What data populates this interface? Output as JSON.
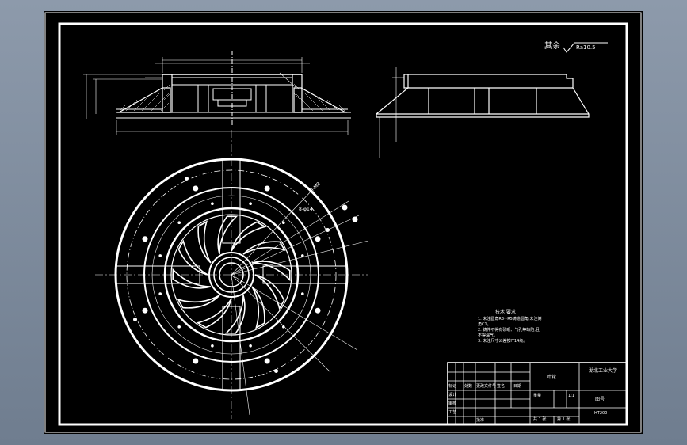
{
  "roughness": {
    "prefix": "其余",
    "value": "Ra10.5"
  },
  "technical_requirements": {
    "title": "技术 要求",
    "lines": [
      "1. 未注圆角R3~R5铸造圆角,未注倒",
      "角C1。",
      "2. 铸件不得有砂眼、气孔等缺陷,且",
      "不得漏气。",
      "3. 未注尺寸公差按IT14级。"
    ]
  },
  "title_block": {
    "name": "叶轮",
    "school": "湖北工业大学",
    "material": "HT200",
    "scale": "1:1",
    "drawing_no": "图号",
    "weight_label": "重量",
    "sheet_total": "共 1 张",
    "sheet_current": "第 1 张",
    "design_label": "设计",
    "check_label": "审核",
    "approve_label": "批准",
    "process_label": "工艺",
    "mark_label": "标记",
    "count_label": "处数",
    "file_label": "更改文件号",
    "sign_label": "签名",
    "date_label": "日期"
  },
  "dimensions": {
    "hub_label": "2-M8",
    "hole_label": "8-φ14"
  },
  "colors": {
    "background": "#000000",
    "line": "#ffffff",
    "frame_outer": "#6f7d8f"
  }
}
